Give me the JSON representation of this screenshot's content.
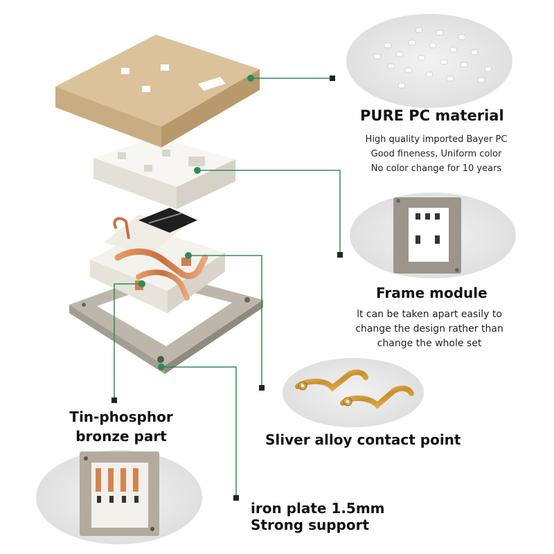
{
  "accent_color": "#2e8b57",
  "marker_color": "#222222",
  "cover_color": "#dcc29a",
  "pc_material": {
    "title": "PURE PC material",
    "lines": [
      "High quality imported Bayer PC",
      "Good fineness, Uniform color",
      "No color change for 10 years"
    ]
  },
  "frame_module": {
    "title": "Frame module",
    "lines": [
      "lt can be taken apart easily to",
      "change the design rather than",
      "change the whole set"
    ]
  },
  "contact_point": {
    "title": "Sliver alloy contact point"
  },
  "bronze_part": {
    "title_line1": "Tin-phosphor",
    "title_line2": "bronze part"
  },
  "iron_plate": {
    "title_line1": "iron plate 1.5mm",
    "title_line2": "Strong support"
  }
}
